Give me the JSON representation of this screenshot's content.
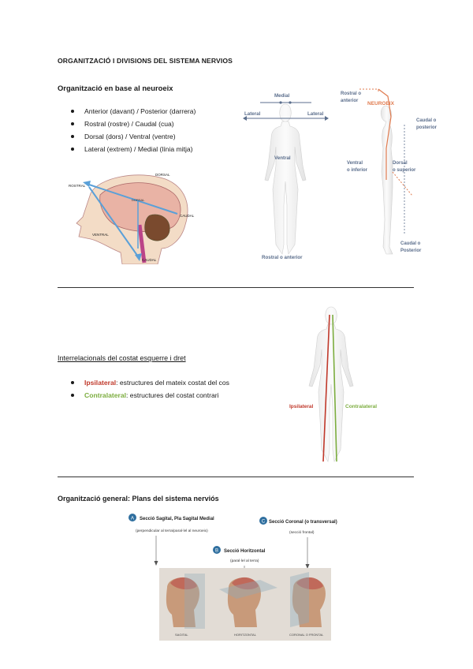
{
  "title": "ORGANITZACIÓ I DIVISIONS DEL SISTEMA NERVIOS",
  "section1": {
    "heading": "Organització en base al neuroeix",
    "bullets": [
      "Anterior (davant) / Posterior (darrera)",
      "Rostral (rostre) / Caudal (cua)",
      "Dorsal (dors) / Ventral (ventre)",
      "Lateral (extrem) / Medial (línia mitja)"
    ],
    "brain_labels": {
      "rostral": "ROSTRAL",
      "dorsal": "DORSAL",
      "caudal": "CAUDAL",
      "ventral": "VENTRAL",
      "dorsal_alt": "DORSAL",
      "caudal_bottom": "CAUDAL"
    },
    "front_figure_labels": {
      "medial": "Medial",
      "lateral_left": "Lateral",
      "lateral_right": "Lateral",
      "ventral": "Ventral",
      "bottom": "Rostral o anterior"
    },
    "side_figure_labels": {
      "rostral_1": "Rostral o",
      "rostral_2": "anterior",
      "neuroeix": "NEUROEIX",
      "caudal_1": "Caudal o",
      "caudal_2": "posterior",
      "ventral_1": "Ventral",
      "ventral_2": "o inferior",
      "dorsal_1": "Dorsal",
      "dorsal_2": "o superior",
      "caudal_bottom_1": "Caudal o",
      "caudal_bottom_2": "Posterior"
    }
  },
  "section2": {
    "heading": "Interrelacionals del costat esquerre i dret",
    "items": [
      {
        "term": "Ipsilateral",
        "rest": ": estructures del mateix costat del cos"
      },
      {
        "term": "Contralateral",
        "rest": ": estructures del costat contrari"
      }
    ],
    "figure_labels": {
      "ipsi": "Ipsilateral",
      "contra": "Contralateral"
    }
  },
  "section3": {
    "heading": "Organització general: Plans del sistema nerviós",
    "planes": [
      {
        "letter": "A",
        "name": "Secció Sagital, Pla Sagital Medial",
        "sub": "(perpendicular al terra/paral·lel al neuroeix)"
      },
      {
        "letter": "C",
        "name": "Secció Coronal (o transversal)",
        "sub": "(secció frontal)"
      },
      {
        "letter": "B",
        "name": "Secció Horitzontal",
        "sub": "(paral·lel al terra)"
      }
    ],
    "captions": [
      "SAGITAL",
      "HORITZONTAL",
      "CORONAL O FRONTAL"
    ]
  },
  "colors": {
    "accent_blue": "#5aa0d8",
    "label_blue": "#5b6e8c",
    "neuroeix_orange": "#e07b4f",
    "ipsi_red": "#c0392b",
    "contra_green": "#7cad3f",
    "badge_blue": "#2f6f9f"
  }
}
